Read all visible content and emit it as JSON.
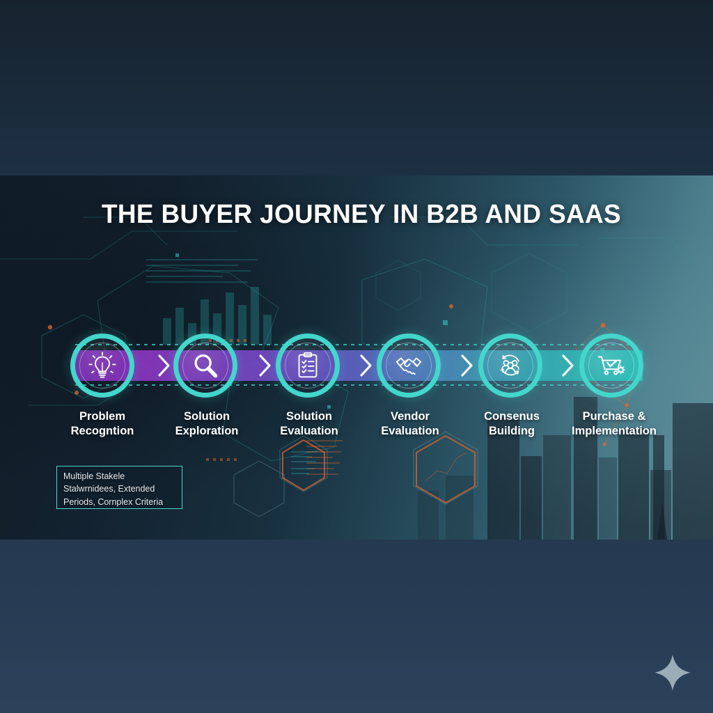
{
  "title": "THE BUYER JOURNEY IN B2B AND SAAS",
  "theme": {
    "ring_color": "#44d6cb",
    "bar_start": "#7b2fb5",
    "bar_end": "#2fc4bd",
    "accent_orange": "#e3672c",
    "text_color": "#ffffff",
    "panel_dark": "#101d28"
  },
  "timeline": {
    "separator_icon": "chevron-right-icon",
    "steps": [
      {
        "index": "1",
        "label_line1": "Problem",
        "label_line2": "Recogntion",
        "icon": "lightbulb-icon"
      },
      {
        "index": "2",
        "label_line1": "Solution",
        "label_line2": "Exploration",
        "icon": "magnifying-glass-icon"
      },
      {
        "index": "3",
        "label_line1": "Solution",
        "label_line2": "Evaluation",
        "icon": "checklist-clipboard-icon"
      },
      {
        "index": "4",
        "label_line1": "Vendor",
        "label_line2": "Evaluation",
        "icon": "handshake-icon"
      },
      {
        "index": "5",
        "label_line1": "Consenus",
        "label_line2": "Building",
        "icon": "people-group-cycle-icon"
      },
      {
        "index": "6",
        "label_line1": "Purchase &",
        "label_line2": "Implementation",
        "icon": "shopping-cart-gear-icon"
      }
    ]
  },
  "callout": {
    "line1": "Multiple Stakele",
    "line2": "Stalwrnidees, Extended",
    "line3": "Periods, Cornplex Criteria"
  },
  "decoration": {
    "sparkle_icon": "four-point-star-icon"
  }
}
